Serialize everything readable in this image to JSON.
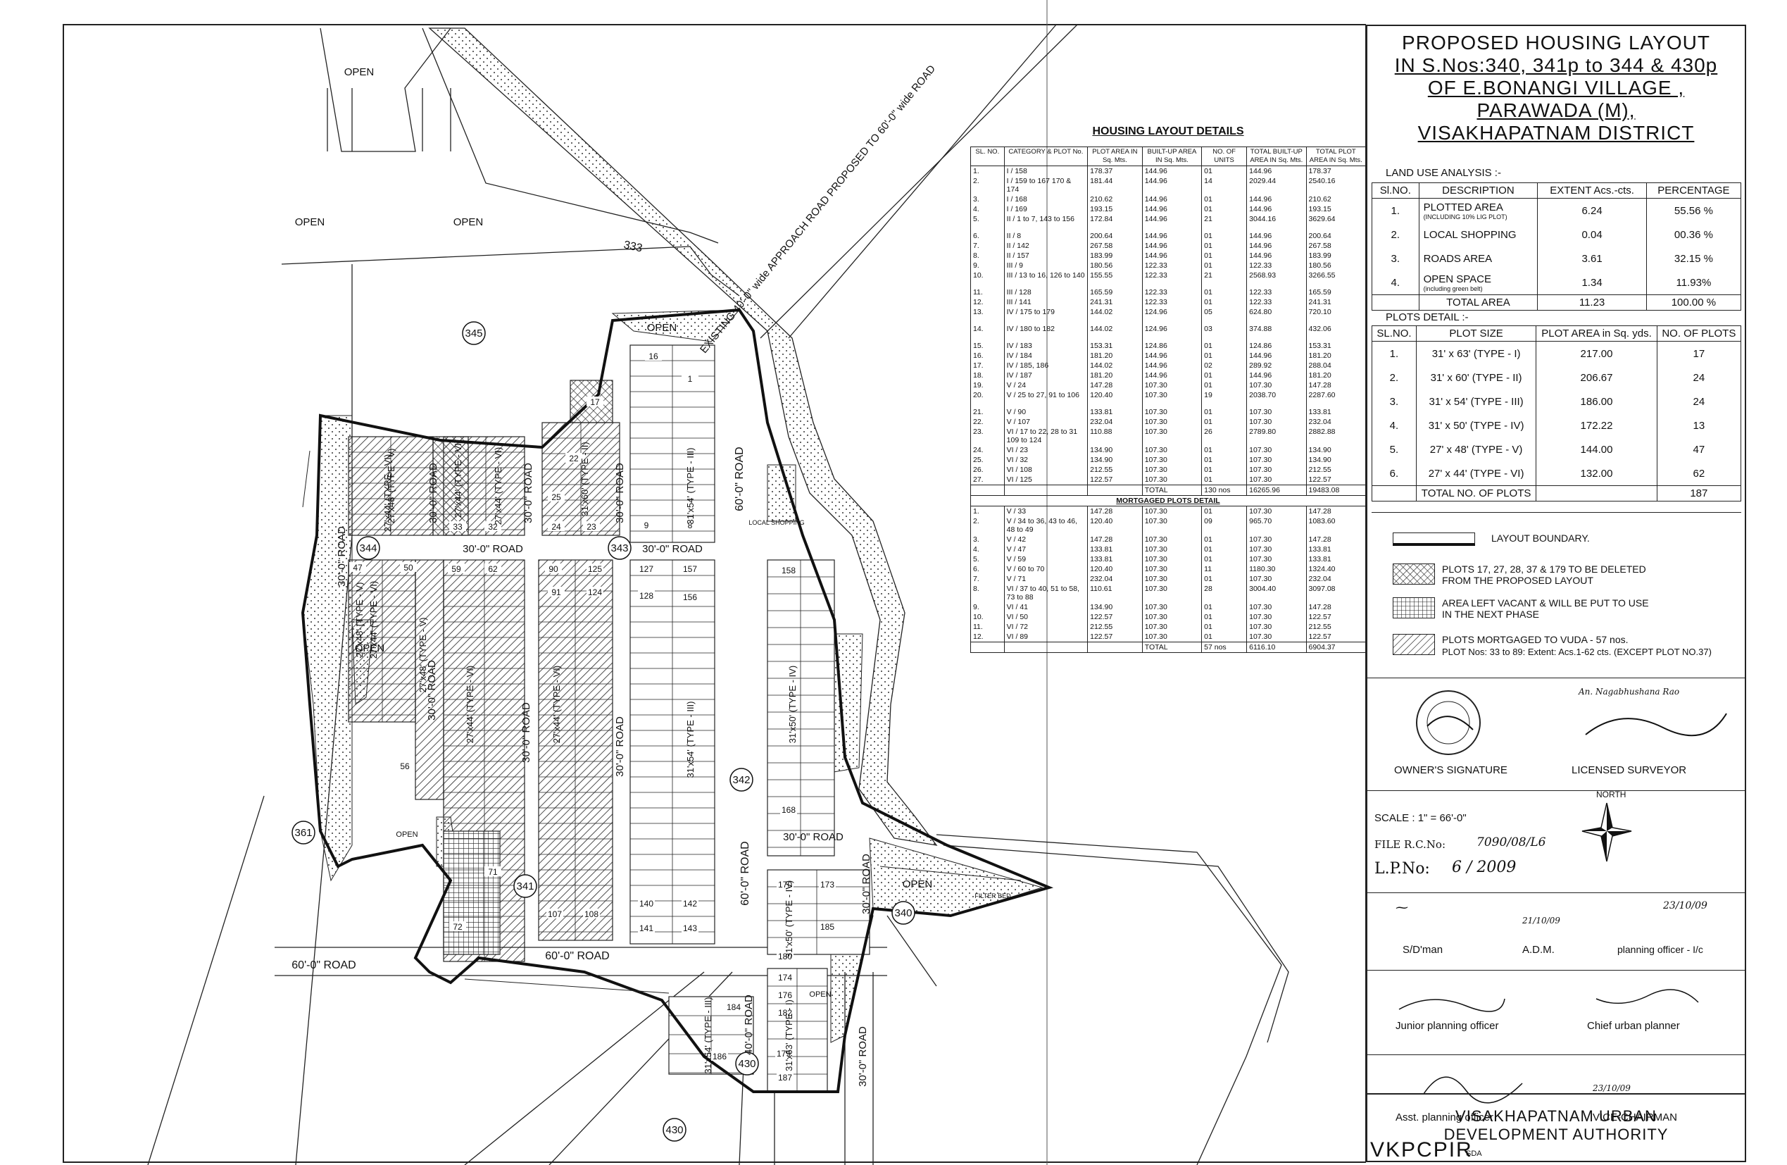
{
  "title_block": {
    "lines": [
      "PROPOSED HOUSING LAYOUT",
      "IN S.Nos:340, 341p to 344 & 430p",
      "OF E.BONANGI  VILLAGE ,",
      "PARAWADA (M),",
      "VISAKHAPATNAM DISTRICT"
    ]
  },
  "land_use": {
    "heading": "LAND USE ANALYSIS :-",
    "columns": [
      "Sl.NO.",
      "DESCRIPTION",
      "EXTENT Acs.-cts.",
      "PERCENTAGE"
    ],
    "rows": [
      {
        "no": "1.",
        "desc": "PLOTTED AREA",
        "note": "(INCLUDING 10% LIG PLOT)",
        "extent": "6.24",
        "pct": "55.56 %"
      },
      {
        "no": "2.",
        "desc": "LOCAL SHOPPING",
        "note": "",
        "extent": "0.04",
        "pct": "00.36 %"
      },
      {
        "no": "3.",
        "desc": "ROADS  AREA",
        "note": "",
        "extent": "3.61",
        "pct": "32.15 %"
      },
      {
        "no": "4.",
        "desc": "OPEN  SPACE",
        "note": "(including green belt)",
        "extent": "1.34",
        "pct": "11.93%"
      }
    ],
    "total_label": "TOTAL  AREA",
    "total_extent": "11.23",
    "total_pct": "100.00 %"
  },
  "plots_detail": {
    "heading": "PLOTS  DETAIL :-",
    "columns": [
      "SL.NO.",
      "PLOT  SIZE",
      "PLOT AREA in Sq. yds.",
      "NO. OF PLOTS"
    ],
    "rows": [
      {
        "no": "1.",
        "size": "31' x 63' (TYPE - I)",
        "area": "217.00",
        "count": "17"
      },
      {
        "no": "2.",
        "size": "31' x 60' (TYPE - II)",
        "area": "206.67",
        "count": "24"
      },
      {
        "no": "3.",
        "size": "31' x 54' (TYPE - III)",
        "area": "186.00",
        "count": "24"
      },
      {
        "no": "4.",
        "size": "31' x 50' (TYPE - IV)",
        "area": "172.22",
        "count": "13"
      },
      {
        "no": "5.",
        "size": "27' x 48' (TYPE - V)",
        "area": "144.00",
        "count": "47"
      },
      {
        "no": "6.",
        "size": "27' x 44' (TYPE - VI)",
        "area": "132.00",
        "count": "62"
      }
    ],
    "total_label": "TOTAL  NO.  OF  PLOTS",
    "total_count": "187"
  },
  "legend": [
    {
      "key": "layout-boundary",
      "text": "LAYOUT  BOUNDARY."
    },
    {
      "key": "crosshatch",
      "text": "PLOTS 17, 27, 28, 37 & 179 TO BE DELETED FROM THE PROPOSED LAYOUT"
    },
    {
      "key": "grid",
      "text": "AREA LEFT VACANT & WILL BE PUT TO USE IN THE NEXT PHASE"
    },
    {
      "key": "diagonal",
      "text": "PLOTS MORTGAGED TO VUDA - 57 nos."
    },
    {
      "key": "diagonal-note",
      "text": "PLOT Nos: 33 to 89:   Extent: Acs.1-62 cts.  (EXCEPT PLOT NO.37)"
    }
  ],
  "signatures": {
    "owner": "OWNER'S SIGNATURE",
    "surveyor": "LICENSED SURVEYOR",
    "surveyor_stamp": "An. Nagabhushana Rao",
    "sdman": "S/D'man",
    "adm": "A.D.M.",
    "planning_officer": "planning officer - I/c",
    "junior": "Junior planning officer",
    "chief": "Chief urban planner",
    "asst": "Asst. planning officer",
    "vice": "VICE-CHAIRMAN",
    "date_1": "23/10/09",
    "date_2": "21/10/09",
    "date_3": "23/10/09"
  },
  "scale_block": {
    "scale": "SCALE :  1\" = 66'-0\"",
    "file": "FILE R.C.No:",
    "file_value": "7090/08/L6",
    "lp": "L.P.No:",
    "lp_value": "6  / 2009",
    "north": "NORTH"
  },
  "authority": {
    "line1": "VISAKHAPATNAM  URBAN",
    "line2": "DEVELOPMENT  AUTHORITY",
    "code": "VKPCPIR",
    "code_suffix": "SDA"
  },
  "housing_table": {
    "heading": "HOUSING LAYOUT DETAILS",
    "columns": [
      "SL. NO.",
      "CATEGORY & PLOT No.",
      "PLOT AREA IN Sq. Mts.",
      "BUILT-UP AREA IN Sq. Mts.",
      "NO. OF UNITS",
      "TOTAL BUILT-UP AREA IN Sq. Mts.",
      "TOTAL PLOT AREA IN Sq. Mts."
    ],
    "rows": [
      [
        "1.",
        "I / 158",
        "178.37",
        "144.96",
        "01",
        "144.96",
        "178.37"
      ],
      [
        "2.",
        "I / 159 to 167  170 & 174",
        "181.44",
        "144.96",
        "14",
        "2029.44",
        "2540.16"
      ],
      [
        "3.",
        "I / 168",
        "210.62",
        "144.96",
        "01",
        "144.96",
        "210.62"
      ],
      [
        "4.",
        "I / 169",
        "193.15",
        "144.96",
        "01",
        "144.96",
        "193.15"
      ],
      [
        "5.",
        "II /  1 to 7,  143 to 156",
        "172.84",
        "144.96",
        "21",
        "3044.16",
        "3629.64"
      ],
      [
        "6.",
        "II /  8",
        "200.64",
        "144.96",
        "01",
        "144.96",
        "200.64"
      ],
      [
        "7.",
        "II /  142",
        "267.58",
        "144.96",
        "01",
        "144.96",
        "267.58"
      ],
      [
        "8.",
        "II /  157",
        "183.99",
        "144.96",
        "01",
        "144.96",
        "183.99"
      ],
      [
        "9.",
        "III /  9",
        "180.56",
        "122.33",
        "01",
        "122.33",
        "180.56"
      ],
      [
        "10.",
        "III / 13 to 16,  126 to 140",
        "155.55",
        "122.33",
        "21",
        "2568.93",
        "3266.55"
      ],
      [
        "11.",
        "III /  128",
        "165.59",
        "122.33",
        "01",
        "122.33",
        "165.59"
      ],
      [
        "12.",
        "III /  141",
        "241.31",
        "122.33",
        "01",
        "122.33",
        "241.31"
      ],
      [
        "13.",
        "IV / 175 to 179",
        "144.02",
        "124.96",
        "05",
        "624.80",
        "720.10"
      ],
      [
        "14.",
        "IV / 180 to 182",
        "144.02",
        "124.96",
        "03",
        "374.88",
        "432.06"
      ],
      [
        "15.",
        "IV / 183",
        "153.31",
        "124.86",
        "01",
        "124.86",
        "153.31"
      ],
      [
        "16.",
        "IV / 184",
        "181.20",
        "144.96",
        "01",
        "144.96",
        "181.20"
      ],
      [
        "17.",
        "IV / 185, 186",
        "144.02",
        "144.96",
        "02",
        "289.92",
        "288.04"
      ],
      [
        "18.",
        "IV / 187",
        "181.20",
        "144.96",
        "01",
        "144.96",
        "181.20"
      ],
      [
        "19.",
        "V / 24",
        "147.28",
        "107.30",
        "01",
        "107.30",
        "147.28"
      ],
      [
        "20.",
        "V / 25 to 27,  91 to 106",
        "120.40",
        "107.30",
        "19",
        "2038.70",
        "2287.60"
      ],
      [
        "21.",
        "V / 90",
        "133.81",
        "107.30",
        "01",
        "107.30",
        "133.81"
      ],
      [
        "22.",
        "V / 107",
        "232.04",
        "107.30",
        "01",
        "107.30",
        "232.04"
      ],
      [
        "23.",
        "VI / 17 to 22,  28 to 31  109 to 124",
        "110.88",
        "107.30",
        "26",
        "2789.80",
        "2882.88"
      ],
      [
        "24.",
        "VI / 23",
        "134.90",
        "107.30",
        "01",
        "107.30",
        "134.90"
      ],
      [
        "25.",
        "VI / 32",
        "134.90",
        "107.30",
        "01",
        "107.30",
        "134.90"
      ],
      [
        "26.",
        "VI / 108",
        "212.55",
        "107.30",
        "01",
        "107.30",
        "212.55"
      ],
      [
        "27.",
        "VI / 125",
        "122.57",
        "107.30",
        "01",
        "107.30",
        "122.57"
      ]
    ],
    "total_label": "TOTAL",
    "total_units": "130 nos",
    "total_builtup": "16265.96",
    "total_plot": "19483.08",
    "mortgaged_heading": "MORTGAGED PLOTS DETAIL",
    "mortgaged_rows": [
      [
        "1.",
        "V / 33",
        "147.28",
        "107.30",
        "01",
        "107.30",
        "147.28"
      ],
      [
        "2.",
        "V / 34 to 36,  43 to 46,  48 to 49",
        "120.40",
        "107.30",
        "09",
        "965.70",
        "1083.60"
      ],
      [
        "3.",
        "V / 42",
        "147.28",
        "107.30",
        "01",
        "107.30",
        "147.28"
      ],
      [
        "4.",
        "V / 47",
        "133.81",
        "107.30",
        "01",
        "107.30",
        "133.81"
      ],
      [
        "5.",
        "V / 59",
        "133.81",
        "107.30",
        "01",
        "107.30",
        "133.81"
      ],
      [
        "6.",
        "V / 60 to 70",
        "120.40",
        "107.30",
        "11",
        "1180.30",
        "1324.40"
      ],
      [
        "7.",
        "V / 71",
        "232.04",
        "107.30",
        "01",
        "107.30",
        "232.04"
      ],
      [
        "8.",
        "VI / 37 to 40,  51 to 58,  73 to 88",
        "110.61",
        "107.30",
        "28",
        "3004.40",
        "3097.08"
      ],
      [
        "9.",
        "VI / 41",
        "134.90",
        "107.30",
        "01",
        "107.30",
        "147.28"
      ],
      [
        "10.",
        "VI / 50",
        "122.57",
        "107.30",
        "01",
        "107.30",
        "122.57"
      ],
      [
        "11.",
        "VI / 72",
        "212.55",
        "107.30",
        "01",
        "107.30",
        "212.55"
      ],
      [
        "12.",
        "VI / 89",
        "122.57",
        "107.30",
        "01",
        "107.30",
        "122.57"
      ]
    ],
    "mortgaged_total_label": "TOTAL",
    "mortgaged_total_units": "57 nos",
    "mortgaged_total_builtup": "6116.10",
    "mortgaged_total_plot": "6904.37"
  },
  "map": {
    "roads": {
      "r30_left": "30'-0\" ROAD",
      "r30_h1": "30'-0\" ROAD",
      "r30_v2": "30'-0\" ROAD",
      "r30_v3": "30'-0\" ROAD",
      "r30_v4": "30'-0\" ROAD",
      "r30_h2": "30'-0\" ROAD",
      "r30_v5": "30'-0\" ROAD",
      "r30_v6": "30'-0\" ROAD",
      "r30_h3": "30'-0\" ROAD",
      "r30_v7": "30'-0\" ROAD",
      "r60_v1": "60'-0\" ROAD",
      "r60_h1": "60'-0\" ROAD",
      "r60_h2": "60'-0\" ROAD",
      "r60_v2": "60'-0\" ROAD",
      "r40_v": "40'-0\" ROAD",
      "r30_v8": "30'-0\" ROAD",
      "approach": "EXISTING 40'-0\" wide APPROACH ROAD PROPOSED TO 60'-0\" wide ROAD"
    },
    "open_labels": [
      "OPEN",
      "OPEN",
      "OPEN",
      "OPEN",
      "OPEN",
      "OPEN",
      "OPEN",
      "OPEN"
    ],
    "survey_numbers": [
      "345",
      "344",
      "343",
      "342",
      "341",
      "340",
      "361",
      "430",
      "430",
      "333"
    ],
    "special": [
      "LOCAL SHOPPING",
      "FILTER BED"
    ],
    "plot_numbers": [
      "16",
      "17",
      "22",
      "25",
      "24",
      "23",
      "9",
      "8",
      "33",
      "32",
      "47",
      "50",
      "59",
      "62",
      "90",
      "91",
      "124",
      "125",
      "127",
      "128",
      "156",
      "157",
      "158",
      "168",
      "170",
      "173",
      "107",
      "108",
      "140",
      "141",
      "143",
      "142",
      "174",
      "176",
      "184",
      "186",
      "187",
      "179",
      "185",
      "180",
      "182",
      "56",
      "71",
      "72",
      "1"
    ],
    "type_labels": [
      "31'x60' (TYPE - II)",
      "31'x54' (TYPE - III)",
      "27'x44' (TYPE - VI)",
      "27'x48' (TYPE - V)",
      "27'x48' (TYPE - V)",
      "27'x44' (TYPE - VI)",
      "27'x44' (TYPE - VI)",
      "27'x44' (TYPE - VI)",
      "27'x44' (TYPE - VI)",
      "31'x54' (TYPE - III)",
      "27'x48' (TYPE - V)",
      "27'x44' (TYPE - VI)",
      "31'x50' (TYPE - IV)",
      "31'x50' (TYPE - IV)",
      "31'x63' (TYPE - I)",
      "31'x54' (TYPE - III)"
    ]
  }
}
